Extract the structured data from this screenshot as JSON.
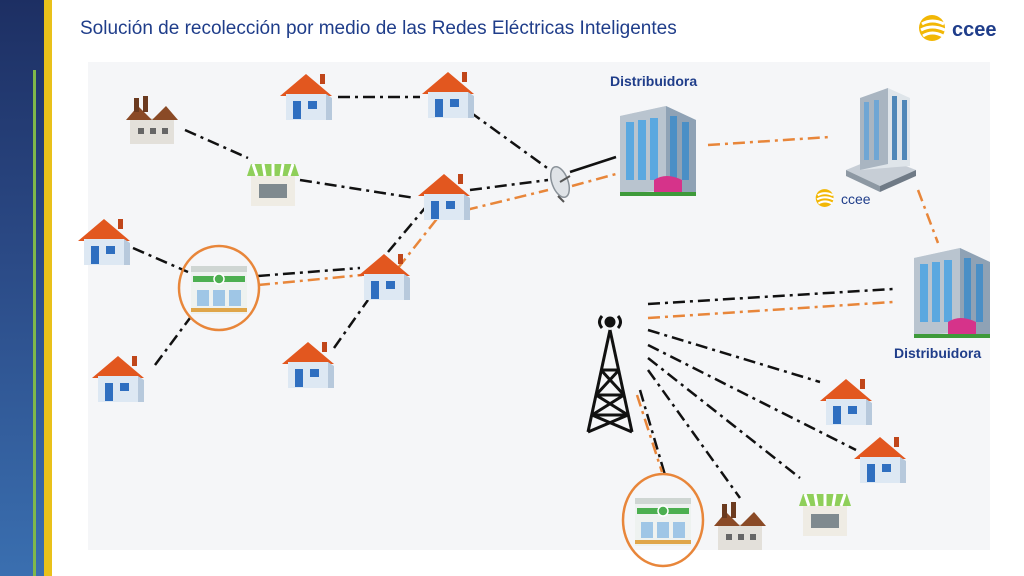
{
  "header": {
    "title": "Solución de recolección por medio de las Redes Eléctricas Inteligentes",
    "logo_text": "ccee"
  },
  "labels": {
    "distribuidora_top": "Distribuidora",
    "distribuidora_right": "Distribuidora",
    "ccee_server": "ccee"
  },
  "colors": {
    "title": "#1f3d8a",
    "link_black": "#111111",
    "link_orange": "#e8863a",
    "highlight_ring": "#e8863a",
    "logo_yellow": "#f2b705"
  }
}
